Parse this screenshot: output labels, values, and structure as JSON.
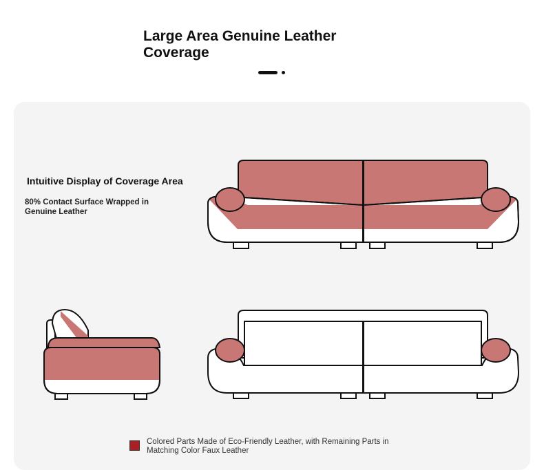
{
  "header": {
    "title": "Large Area Genuine Leather Coverage"
  },
  "section": {
    "heading": "Intuitive Display of Coverage Area",
    "subtext": "80% Contact Surface Wrapped in Genuine Leather"
  },
  "legend": {
    "text": "Colored Parts Made of Eco-Friendly Leather, with Remaining Parts in Matching Color Faux Leather",
    "swatch_color": "#a82024"
  },
  "colors": {
    "leather": "#c97774",
    "outline": "#111111"
  }
}
